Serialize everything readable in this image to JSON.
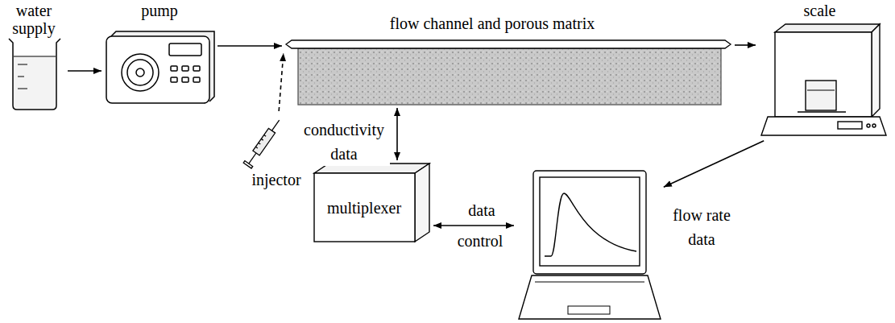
{
  "diagram": {
    "nodes": [
      {
        "text": [
          "water supply"
        ]
      },
      {
        "text": [
          "pump"
        ]
      },
      {
        "text": [
          "flow channel and porous matrix"
        ]
      },
      {
        "text": [
          "scale"
        ]
      },
      {
        "text": [
          "injector"
        ]
      },
      {
        "text": [
          "multiplexer"
        ]
      },
      {
        "text": []
      }
    ],
    "edges": [
      {
        "from": 0,
        "to": 1,
        "arrow": "to"
      },
      {
        "from": 1,
        "to": 2,
        "arrow": "to"
      },
      {
        "from": 4,
        "to": 2,
        "arrow": "to"
      },
      {
        "from": 2,
        "to": 3,
        "arrow": "to"
      },
      {
        "from": 2,
        "to": 5,
        "label": "conductivity data",
        "arrow": "both"
      },
      {
        "from": 3,
        "to": 6,
        "label": "flow rate data",
        "arrow": "to"
      },
      {
        "from": 5,
        "to": 6,
        "label": "data",
        "arrow": "both"
      }
    ],
    "labels": [
      "control"
    ]
  }
}
